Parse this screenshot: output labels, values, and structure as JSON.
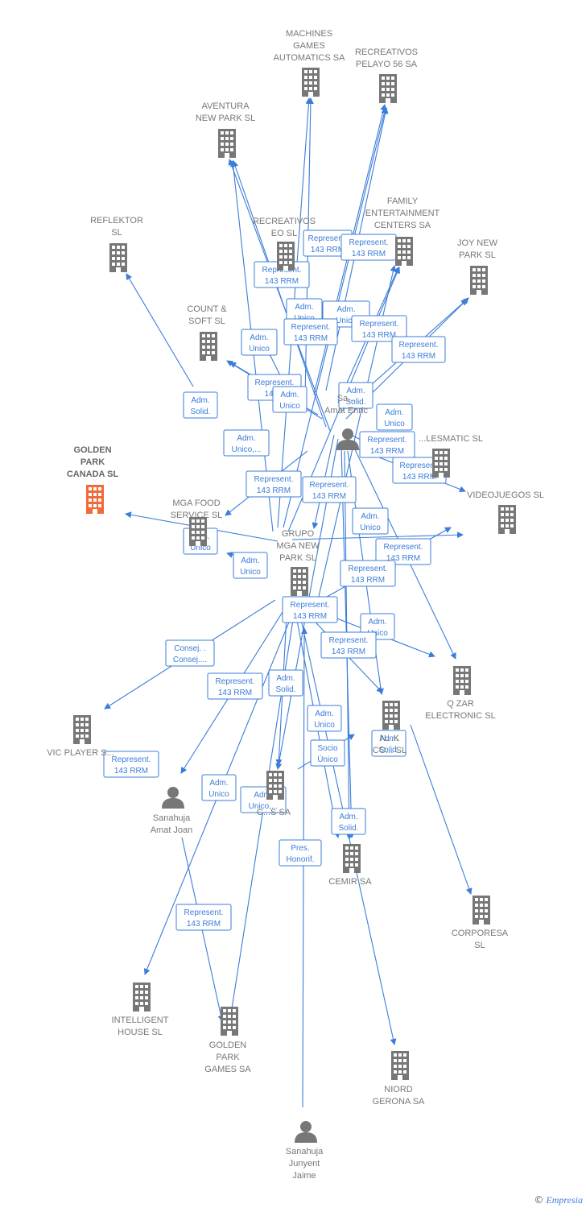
{
  "colors": {
    "edge": "#3b7dd8",
    "node": "#777777",
    "focus_node": "#f26a3a",
    "label": "#777777"
  },
  "footer": {
    "copyright": "©",
    "brand": "Empresia"
  },
  "nodes": [
    {
      "id": "machines",
      "type": "company",
      "label": [
        "MACHINES",
        "GAMES",
        "AUTOMATICS SA"
      ]
    },
    {
      "id": "recpelayo",
      "type": "company",
      "label": [
        "RECREATIVOS",
        "PELAYO 56 SA"
      ]
    },
    {
      "id": "aventura",
      "type": "company",
      "label": [
        "AVENTURA",
        "NEW PARK SL"
      ]
    },
    {
      "id": "reflektor",
      "type": "company",
      "label": [
        "REFLEKTOR",
        "SL"
      ]
    },
    {
      "id": "receo",
      "type": "company",
      "label": [
        "RECREATIVOS",
        "EO SL"
      ]
    },
    {
      "id": "family",
      "type": "company",
      "label": [
        "FAMILY",
        "ENTERTAINMENT",
        "CENTERS SA"
      ]
    },
    {
      "id": "joynew",
      "type": "company",
      "label": [
        "JOY NEW",
        "PARK SL"
      ]
    },
    {
      "id": "count",
      "type": "company",
      "label": [
        "COUNT &",
        "SOFT SL"
      ]
    },
    {
      "id": "golden_canada",
      "type": "company",
      "focus": true,
      "label": [
        "GOLDEN",
        "PARK",
        "CANADA  SL"
      ]
    },
    {
      "id": "sallesmatic",
      "type": "company",
      "label": [
        "...LESMATIC SL"
      ]
    },
    {
      "id": "videojuegos",
      "type": "company",
      "label": [
        "VIDEOJUEGOS SL"
      ]
    },
    {
      "id": "mgafood",
      "type": "company",
      "label": [
        "MGA FOOD",
        "SERVICE  SL"
      ]
    },
    {
      "id": "grupo",
      "type": "company",
      "label": [
        "GRUPO",
        "MGA NEW",
        "PARK SL"
      ]
    },
    {
      "id": "qzar",
      "type": "company",
      "label": [
        "Q ZAR",
        "ELECTRONIC SL"
      ]
    },
    {
      "id": "newpark",
      "type": "company",
      "label": [
        "N...K",
        "CO... SL"
      ]
    },
    {
      "id": "vicplayer",
      "type": "company",
      "label": [
        "VIC PLAYER S..."
      ]
    },
    {
      "id": "sanahuja_joan",
      "type": "person",
      "label": [
        "Sanahuja",
        "Amat Joan"
      ]
    },
    {
      "id": "champs",
      "type": "company",
      "label": [
        "C...S SA"
      ]
    },
    {
      "id": "cemir",
      "type": "company",
      "label": [
        "CEMIR SA"
      ]
    },
    {
      "id": "corporesa",
      "type": "company",
      "label": [
        "CORPORESA",
        "SL"
      ]
    },
    {
      "id": "intelligent",
      "type": "company",
      "label": [
        "INTELLIGENT",
        "HOUSE SL"
      ]
    },
    {
      "id": "golden_games",
      "type": "company",
      "label": [
        "GOLDEN",
        "PARK",
        "GAMES SA"
      ]
    },
    {
      "id": "niord",
      "type": "company",
      "label": [
        "NIORD",
        "GERONA SA"
      ]
    },
    {
      "id": "sanahuja_jaime",
      "type": "person",
      "label": [
        "Sanahuja",
        "Junyent",
        "Jaime"
      ]
    },
    {
      "id": "sanahuja_enric",
      "type": "person",
      "label": [
        "Sa...",
        "Amat Enric"
      ]
    }
  ],
  "edge_labels": [
    [
      "Represent.",
      "143 RRM"
    ],
    [
      "Represent.",
      "143 RRM"
    ],
    [
      "Represent.",
      "143 RRM"
    ],
    [
      "Adm.",
      "Unico"
    ],
    [
      "Adm.",
      "Unico"
    ],
    [
      "Represent.",
      "143 RRM"
    ],
    [
      "Represent.",
      "143 RRM"
    ],
    [
      "Represent.",
      "143 RRM"
    ],
    [
      "Adm.",
      "Unico"
    ],
    [
      "Represent.",
      "143..."
    ],
    [
      "Adm.",
      "Unico"
    ],
    [
      "Adm.",
      "Solid."
    ],
    [
      "Adm.",
      "Solid."
    ],
    [
      "Adm.",
      "Unico"
    ],
    [
      "Adm.",
      "Unico,..."
    ],
    [
      "Represent.",
      "143 RRM"
    ],
    [
      "Represent.",
      "143 RRM"
    ],
    [
      "Represent.",
      "143 RRM"
    ],
    [
      "Represent.",
      "143 RRM"
    ],
    [
      "Adm.",
      "Unico"
    ],
    [
      "Adm.",
      "Unico"
    ],
    [
      "Adm.",
      "Unico"
    ],
    [
      "Represent.",
      "143 RRM"
    ],
    [
      "Represent.",
      "143 RRM"
    ],
    [
      "Represent.",
      "143 RRM"
    ],
    [
      "Adm.",
      "Unico"
    ],
    [
      "Consej. .",
      "Consej...."
    ],
    [
      "Represent.",
      "143 RRM"
    ],
    [
      "Represent.",
      "143 RRM"
    ],
    [
      "Adm.",
      "Solid."
    ],
    [
      "Adm.",
      "Unico"
    ],
    [
      "Adm.",
      "Solid."
    ],
    [
      "Socio",
      "Único"
    ],
    [
      "Represent.",
      "143 RRM"
    ],
    [
      "Adm.",
      "Unico"
    ],
    [
      "Adm.",
      "Unico,..."
    ],
    [
      "Adm.",
      "Solid."
    ],
    [
      "Pres.",
      "Honorif."
    ],
    [
      "Represent.",
      "143 RRM"
    ]
  ]
}
